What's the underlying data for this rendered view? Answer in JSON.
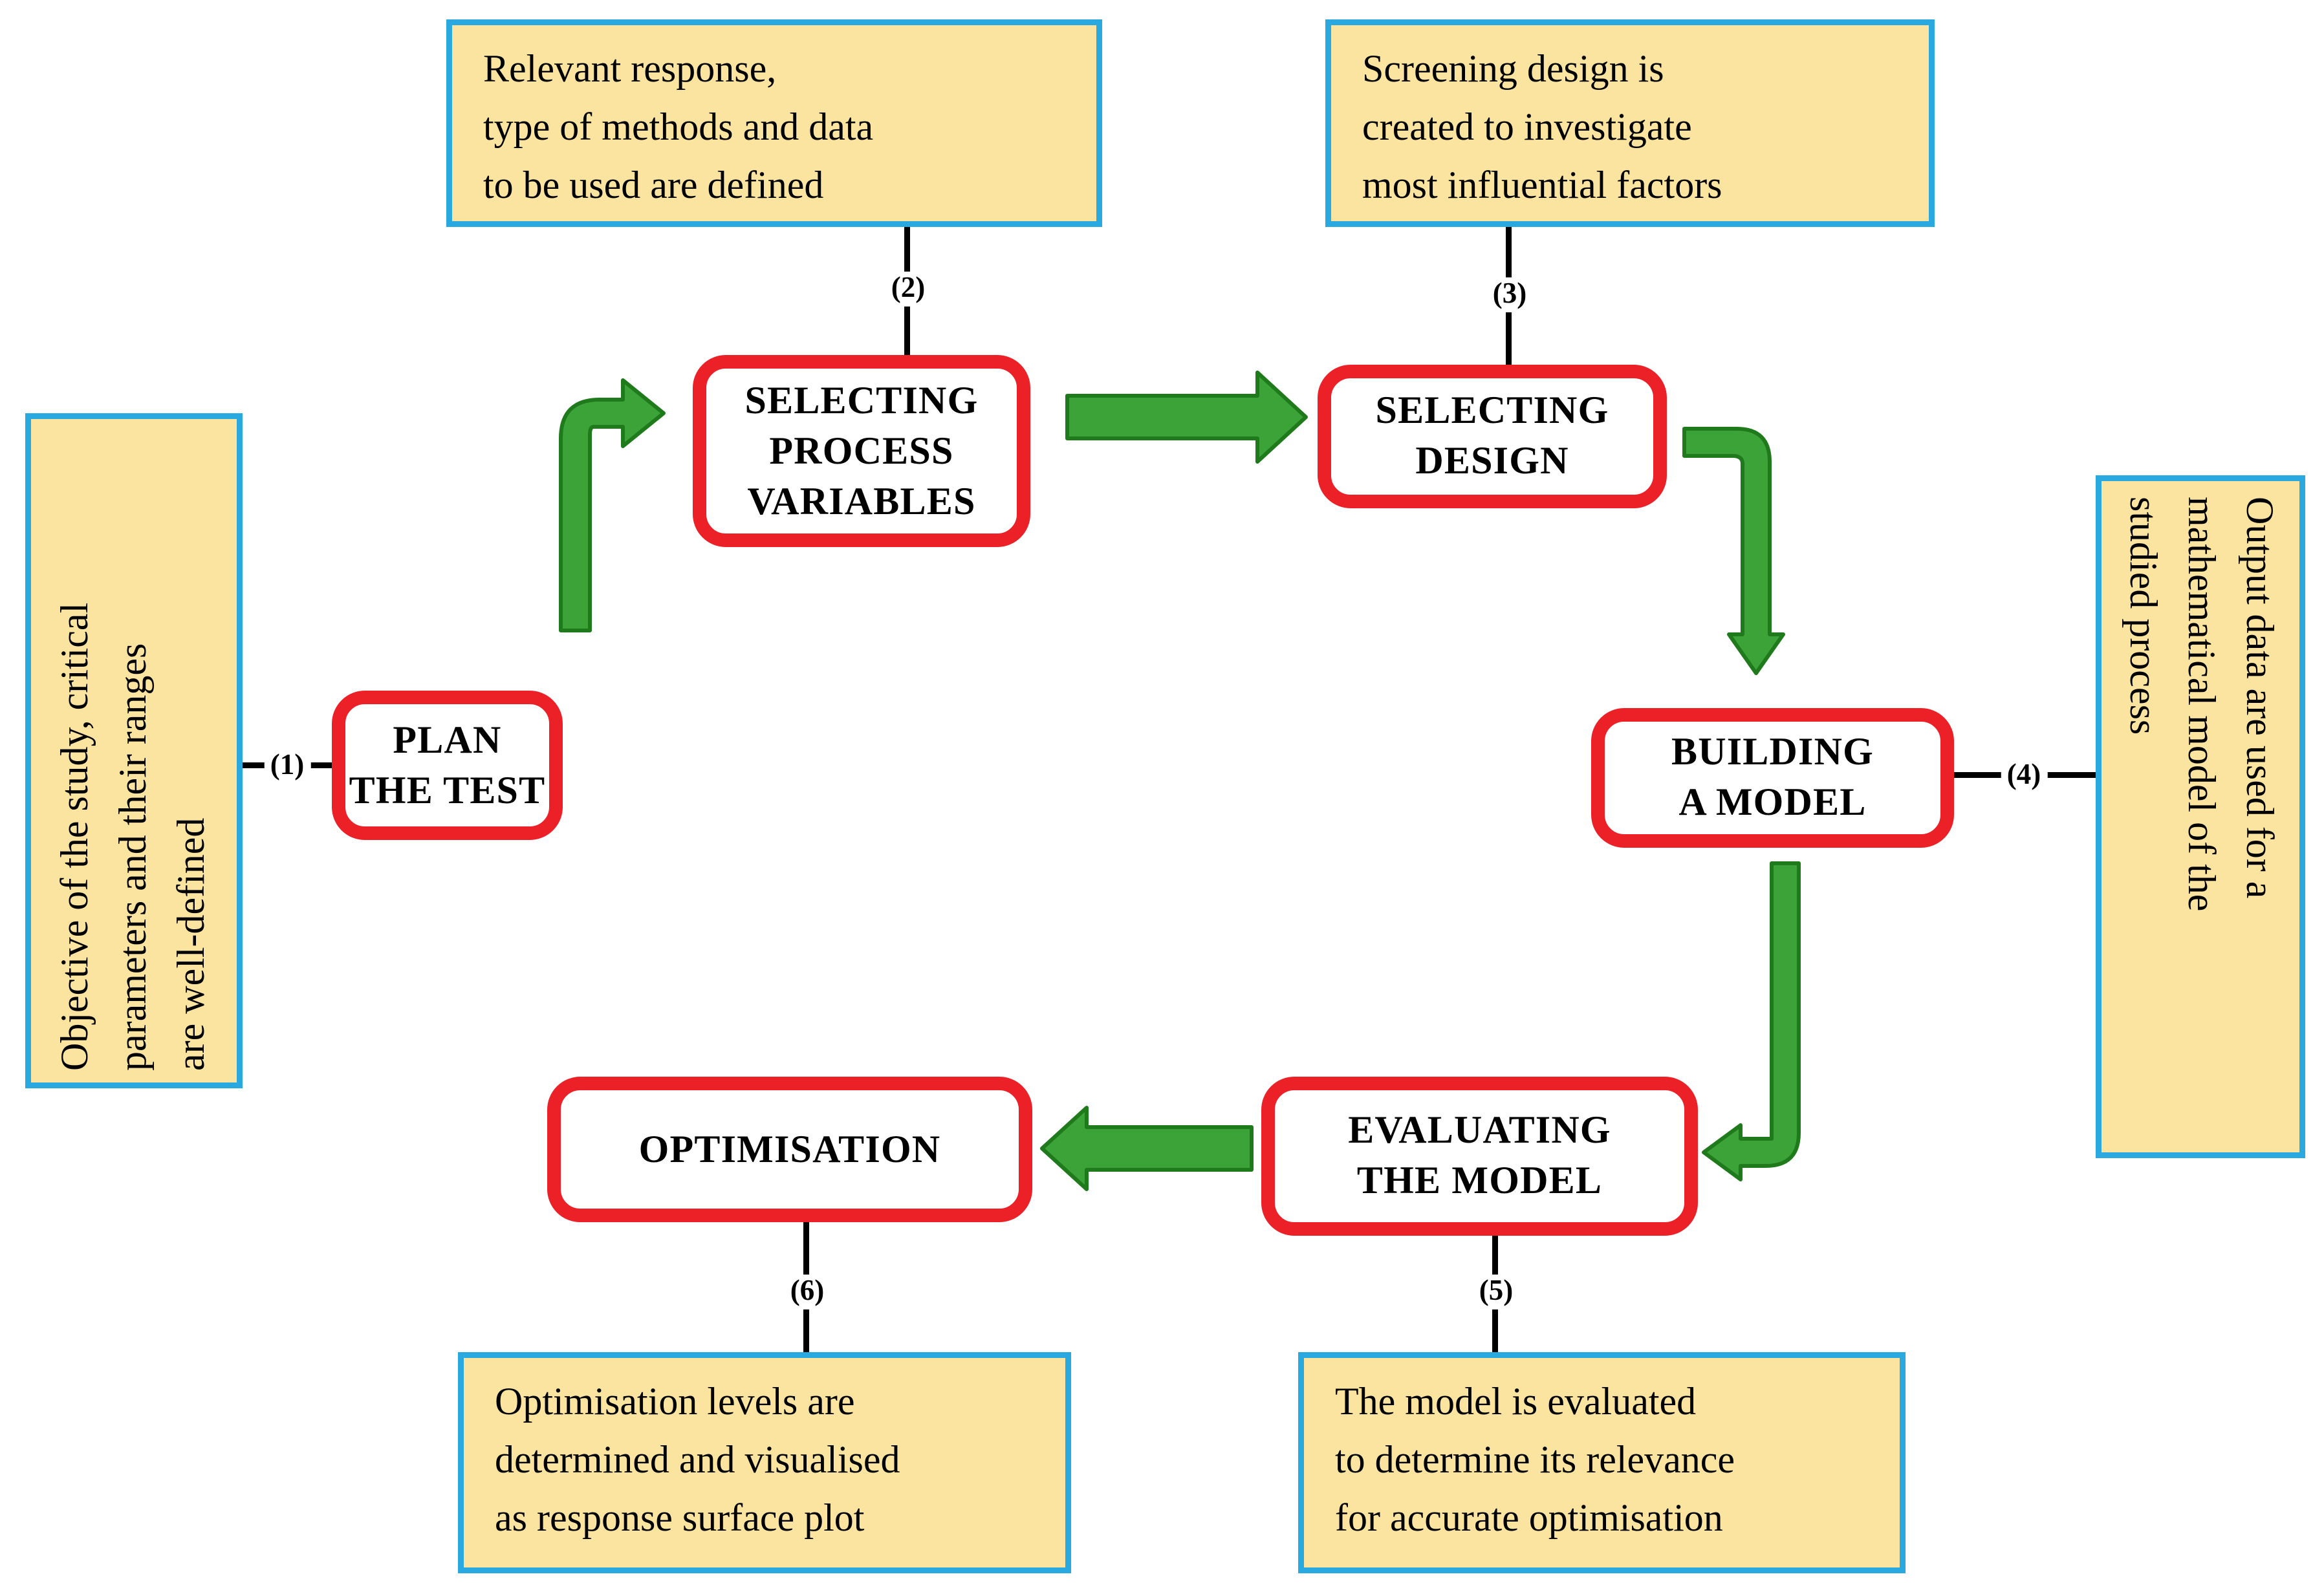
{
  "diagram": {
    "type": "process-cycle",
    "subject": "Design of experiments workflow"
  },
  "nodes": {
    "plan": {
      "lines": [
        "PLAN",
        "THE TEST"
      ]
    },
    "variables": {
      "lines": [
        "SELECTING",
        "PROCESS",
        "VARIABLES"
      ]
    },
    "design": {
      "lines": [
        "SELECTING",
        "DESIGN"
      ]
    },
    "model": {
      "lines": [
        "BUILDING",
        "A MODEL"
      ]
    },
    "evaluate": {
      "lines": [
        "EVALUATING",
        "THE MODEL"
      ]
    },
    "optimise": {
      "lines": [
        "OPTIMISATION"
      ]
    }
  },
  "annotations": {
    "n1": {
      "number": "(1)",
      "lines": [
        "Objective of the study, critical",
        "parameters and their ranges",
        "are well-defined"
      ]
    },
    "n2": {
      "number": "(2)",
      "lines": [
        "Relevant response,",
        "type of methods and data",
        "to be used are defined"
      ]
    },
    "n3": {
      "number": "(3)",
      "lines": [
        "Screening design is",
        "created to investigate",
        "most influential factors"
      ]
    },
    "n4": {
      "number": "(4)",
      "lines": [
        "Output data are used for a",
        "mathematical model of the",
        "studied process"
      ]
    },
    "n5": {
      "number": "(5)",
      "lines": [
        "The model is evaluated",
        "to determine its relevance",
        "for accurate optimisation"
      ]
    },
    "n6": {
      "number": "(6)",
      "lines": [
        "Optimisation levels are",
        "determined and visualised",
        "as response surface plot"
      ]
    }
  },
  "arrows": [
    {
      "name": "arrow-plan-to-variables",
      "shape": "elbow-up-right"
    },
    {
      "name": "arrow-variables-to-design",
      "shape": "straight-right"
    },
    {
      "name": "arrow-design-to-model",
      "shape": "elbow-right-down"
    },
    {
      "name": "arrow-model-to-evaluate",
      "shape": "elbow-down-left"
    },
    {
      "name": "arrow-evaluate-to-optimise",
      "shape": "straight-left"
    }
  ],
  "colors": {
    "stage_border": "#ec2027",
    "note_border": "#29a9e0",
    "note_fill": "#fbe4a0",
    "arrow_fill": "#3ca339",
    "arrow_stroke": "#1f7a1c",
    "connector": "#000000",
    "text": "#000000"
  }
}
